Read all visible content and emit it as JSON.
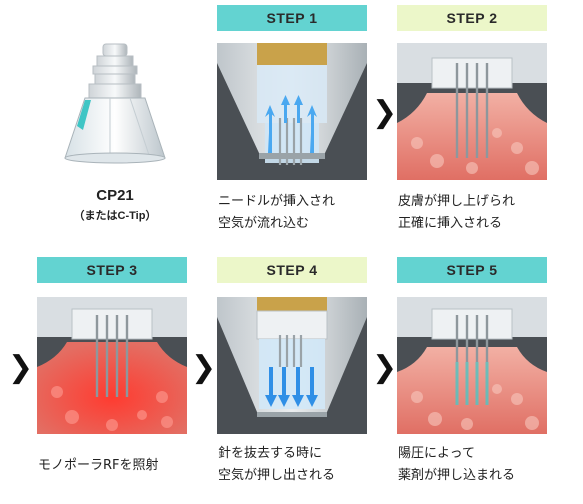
{
  "product": {
    "name": "CP21",
    "subtitle": "（またはC-Tip）"
  },
  "steps": [
    {
      "label": "STEP 1",
      "caption_line1": "ニードルが挿入され",
      "caption_line2": "空気が流れ込む"
    },
    {
      "label": "STEP 2",
      "caption_line1": "皮膚が押し上げられ",
      "caption_line2": "正確に挿入される"
    },
    {
      "label": "STEP 3",
      "caption_line1": "モノポーラRFを照射",
      "caption_line2": ""
    },
    {
      "label": "STEP 4",
      "caption_line1": "針を抜去する時に",
      "caption_line2": "空気が押し出される"
    },
    {
      "label": "STEP 5",
      "caption_line1": "陽圧によって",
      "caption_line2": "薬剤が押し込まれる"
    }
  ],
  "arrow_glyph": "❯",
  "colors": {
    "banner_teal": "#63d3d1",
    "banner_green": "#ecf7c9",
    "skin": "#e88a80",
    "air": "#4aa8f0"
  }
}
